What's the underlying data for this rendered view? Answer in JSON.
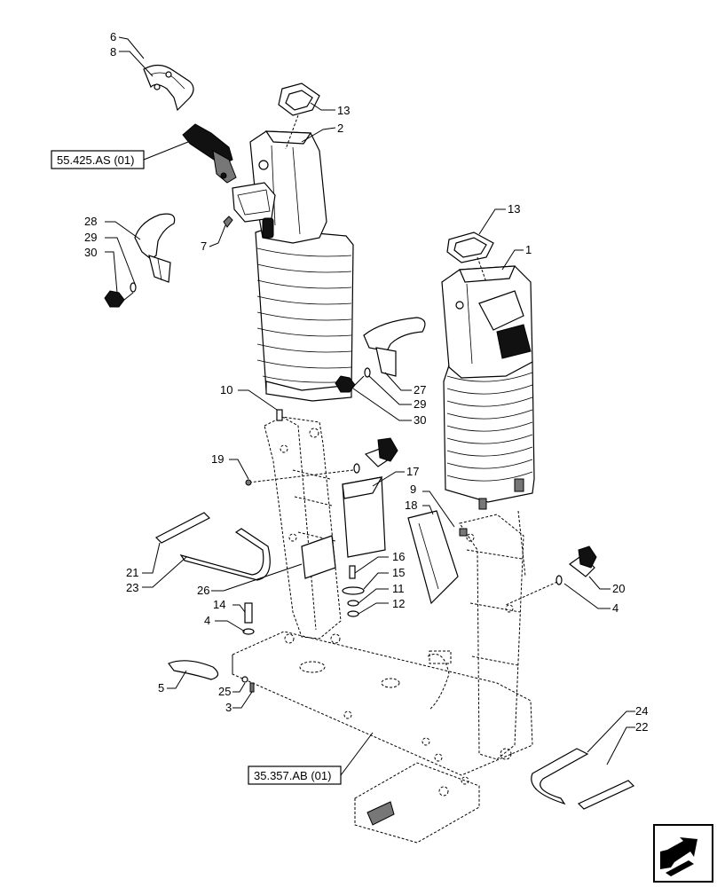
{
  "callouts": {
    "c6": "6",
    "c8": "8",
    "c13a": "13",
    "c2": "2",
    "c7": "7",
    "c28": "28",
    "c29a": "29",
    "c30a": "30",
    "c13b": "13",
    "c1": "1",
    "c27": "27",
    "c29b": "29",
    "c30b": "30",
    "c10": "10",
    "c19": "19",
    "c17": "17",
    "c9": "9",
    "c18": "18",
    "c21": "21",
    "c23": "23",
    "c26": "26",
    "c16": "16",
    "c15": "15",
    "c11": "11",
    "c12": "12",
    "c20": "20",
    "c4a": "4",
    "c14": "14",
    "c4b": "4",
    "c5": "5",
    "c25": "25",
    "c3": "3",
    "c24": "24",
    "c22": "22"
  },
  "references": {
    "ref_top": "55.425.AS (01)",
    "ref_bottom": "35.357.AB (01)"
  },
  "icons": {
    "corner": "next-page-arrow-icon"
  }
}
